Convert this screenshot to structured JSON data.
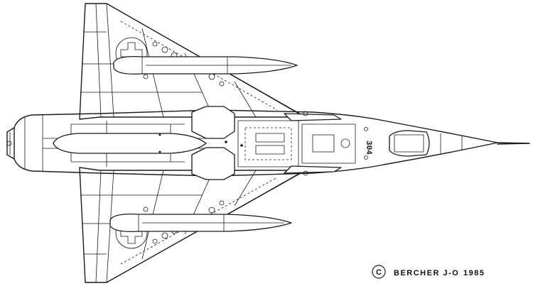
{
  "drawing": {
    "subject": "aircraft-planform",
    "copyright_symbol": "C",
    "author": "BERCHER J-O",
    "year": "1985",
    "serial": "304"
  },
  "colors": {
    "line": "#1a1a1a",
    "background": "#ffffff"
  }
}
